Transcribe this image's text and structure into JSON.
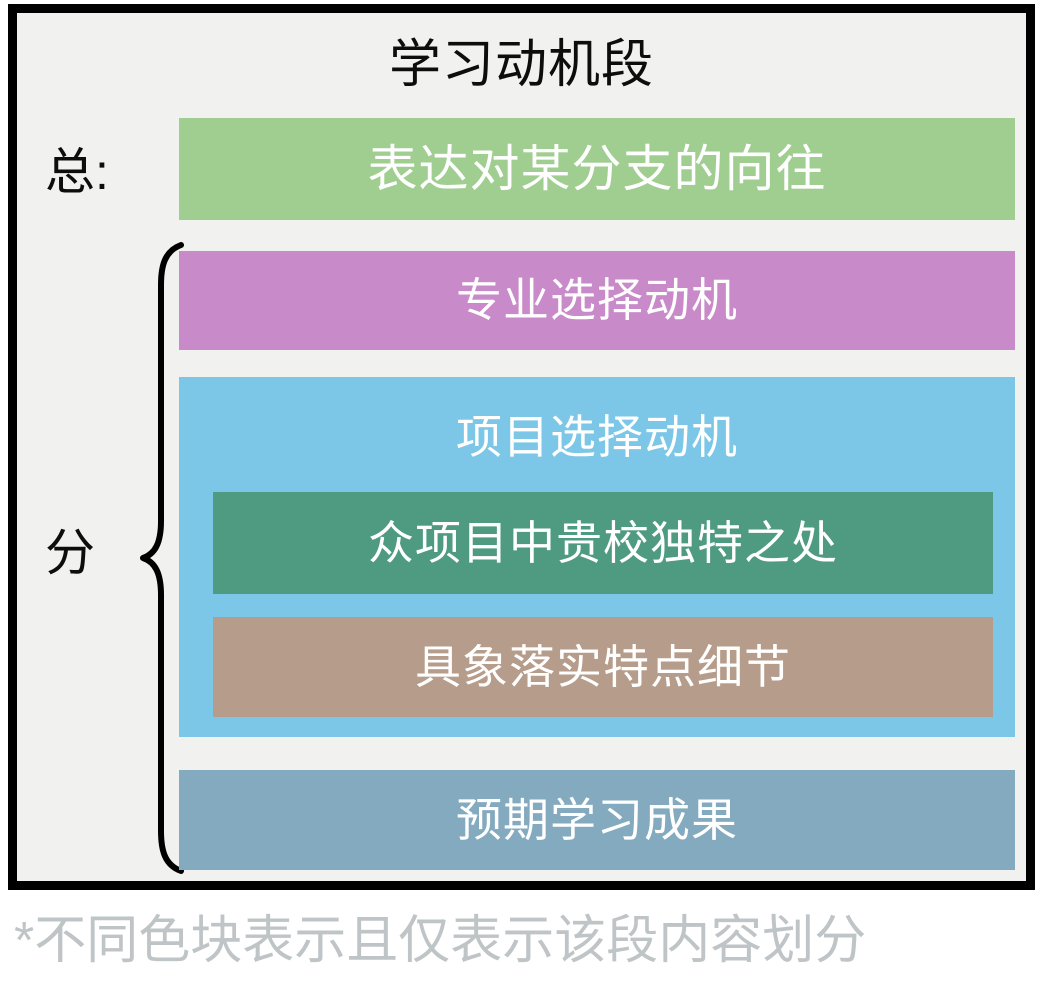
{
  "diagram": {
    "title": "学习动机段",
    "labels": {
      "overall": "总:",
      "detail": "分"
    },
    "blocks": {
      "overall_statement": {
        "text": "表达对某分支的向往",
        "color": "#9fce90"
      },
      "major_motivation": {
        "text": "专业选择动机",
        "color": "#c88ac9"
      },
      "program_motivation": {
        "text": "项目选择动机",
        "color": "#7cc7e7"
      },
      "unique_points": {
        "text": "众项目中贵校独特之处",
        "color": "#4f9b82"
      },
      "concrete_details": {
        "text": "具象落实特点细节",
        "color": "#b69c8a"
      },
      "expected_outcome": {
        "text": "预期学习成果",
        "color": "#84aabf"
      }
    },
    "footnote": "*不同色块表示且仅表示该段内容划分",
    "theme": {
      "panel_background": "#f1f1ef",
      "panel_border": "#000000",
      "text_on_block": "#ffffff",
      "footnote_color": "#bfc4c7",
      "label_color": "#0d0d0d"
    }
  }
}
